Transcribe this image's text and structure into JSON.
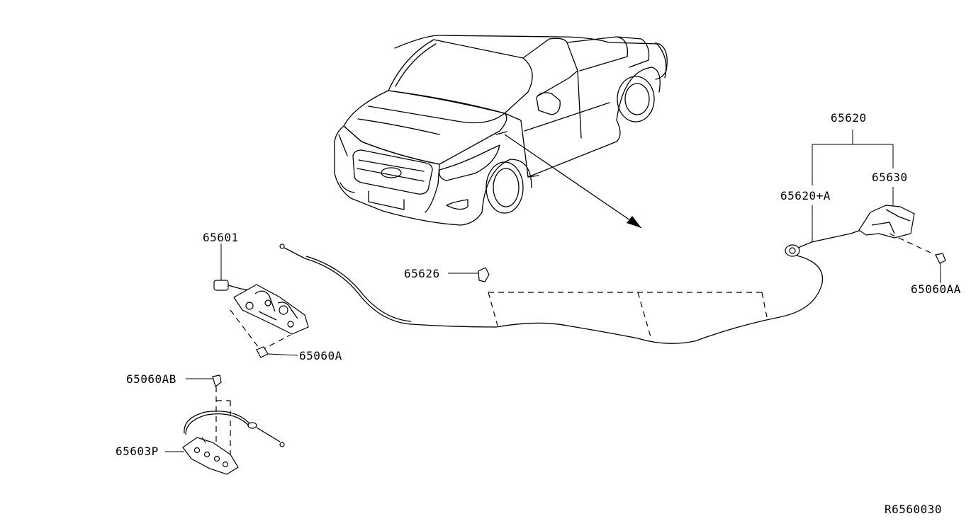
{
  "labels": {
    "p65601": "65601",
    "p65626": "65626",
    "p65620": "65620",
    "p65630": "65630",
    "p65620A": "65620+A",
    "p65060AA": "65060AA",
    "p65060A": "65060A",
    "p65060AB": "65060AB",
    "p65603P": "65603P",
    "code": "R6560030"
  }
}
